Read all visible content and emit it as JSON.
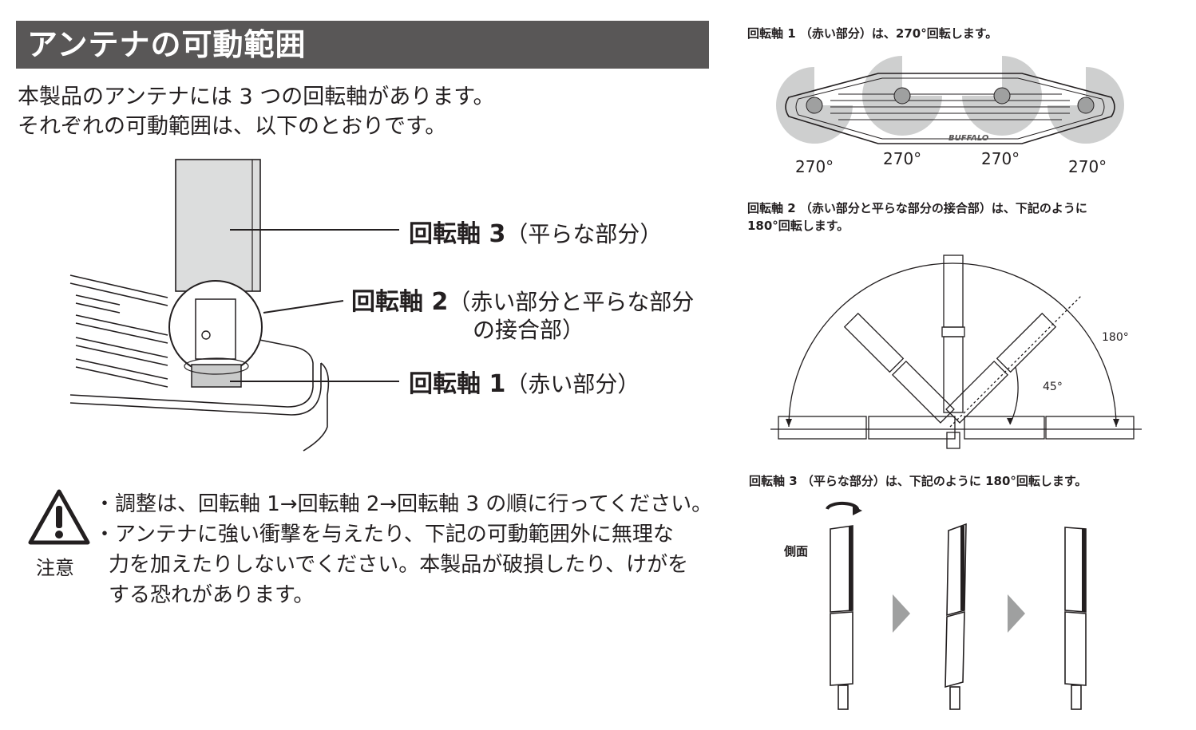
{
  "section": {
    "title": "アンテナの可動範囲",
    "intro_lines": [
      "本製品のアンテナには 3 つの回転軸があります。",
      "それぞれの可動範囲は、以下のとおりです。"
    ]
  },
  "callouts": {
    "axis3": {
      "label": "回転軸 3",
      "part": "（平らな部分）"
    },
    "axis2": {
      "label": "回転軸 2",
      "part": "（赤い部分と平らな部分",
      "part2": "の接合部）"
    },
    "axis1": {
      "label": "回転軸 1",
      "part": "（赤い部分）"
    }
  },
  "caution": {
    "label": "注意",
    "items": [
      "・調整は、回転軸 1→回転軸 2→回転軸 3 の順に行ってください。",
      "・アンテナに強い衝撃を与えたり、下記の可動範囲外に無理な",
      "力を加えたりしないでください。本製品が破損したり、けがを",
      "する恐れがあります。"
    ]
  },
  "figures": {
    "fig1": {
      "caption": "回転軸 1 （赤い部分）は、270°回転します。",
      "brand": "BUFFALO",
      "angles": [
        "270°",
        "270°",
        "270°",
        "270°"
      ]
    },
    "fig2": {
      "caption_line1": "回転軸 2 （赤い部分と平らな部分の接合部）は、下記のように",
      "caption_line2": "180°回転します。",
      "angle_large": "180°",
      "angle_small": "45°"
    },
    "fig3": {
      "caption": "回転軸 3 （平らな部分）は、下記のように 180°回転します。",
      "side_label": "側面"
    }
  }
}
